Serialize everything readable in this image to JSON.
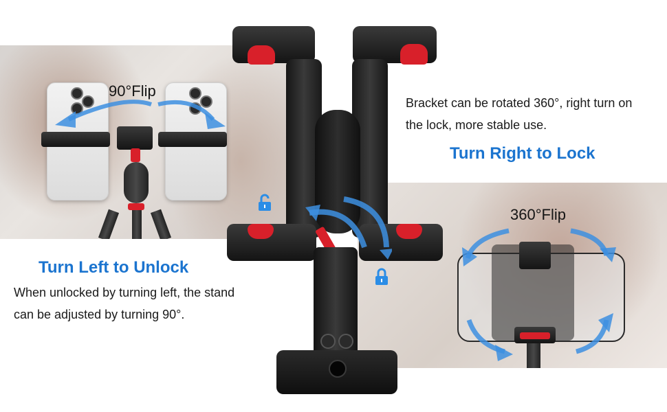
{
  "left_panel": {
    "flip_label": "90°Flip"
  },
  "right_panel": {
    "flip_label": "360°Flip"
  },
  "top_right": {
    "description_line1": "Bracket can be rotated 360°, right turn on",
    "description_line2": "the lock, more stable use.",
    "headline": "Turn Right to Lock"
  },
  "bottom_left": {
    "headline": "Turn Left to Unlock",
    "description_line1": "When unlocked by turning left, the stand",
    "description_line2": "can be adjusted by turning 90°."
  },
  "icons": {
    "unlock": "unlock-icon",
    "lock": "lock-icon"
  },
  "colors": {
    "accent_blue": "#1b74cf",
    "arrow_blue": "#3d8fe0",
    "red": "#d8202a",
    "black_body": "#1e1e1e"
  }
}
